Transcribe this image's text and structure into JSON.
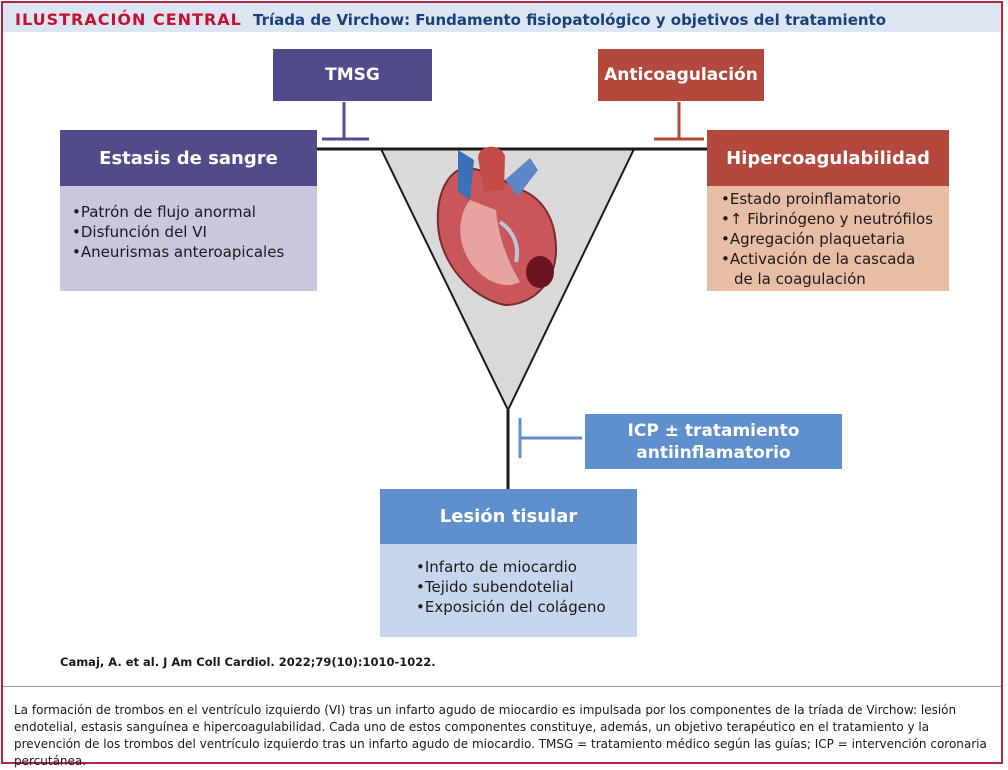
{
  "header": {
    "tag": "ILUSTRACIÓN CENTRAL",
    "title": "Tríada de Virchow: Fundamento fisiopatológico y objetivos del tratamiento"
  },
  "tmsg": {
    "label": "TMSG"
  },
  "anticoag": {
    "label": "Anticoagulación"
  },
  "estasis": {
    "title": "Estasis de sangre",
    "items": [
      "Patrón de flujo anormal",
      "Disfunción del VI",
      "Aneurismas anteroapicales"
    ]
  },
  "hiper": {
    "title": "Hipercoagulabilidad",
    "items": [
      "Estado proinflamatorio",
      "↑ Fibrinógeno y neutrófilos",
      "Agregación plaquetaria",
      "Activación de la cascada",
      "de la coagulación"
    ]
  },
  "icp": {
    "line1": "ICP ± tratamiento",
    "line2": "antiinflamatorio"
  },
  "lesion": {
    "title": "Lesión tisular",
    "items": [
      "Infarto de miocardio",
      "Tejido subendotelial",
      "Exposición del colágeno"
    ]
  },
  "citation": "Camaj, A. et al. J Am Coll Cardiol. 2022;79(10):1010-1022.",
  "caption": "La formación de trombos en el ventrículo izquierdo (VI) tras un infarto agudo de miocardio es impulsada por los componentes de la tríada de Virchow: lesión endotelial, estasis sanguínea e hipercoagulabilidad. Cada uno de estos componentes constituye, además, un objetivo terapéutico en el tratamiento y la prevención de los trombos del ventrículo izquierdo tras un infarto agudo de miocardio. TMSG = tratamiento médico según las guías; ICP = intervención coronaria percutánea.",
  "colors": {
    "brand_red": "#c8102e",
    "purple": "#514b8c",
    "purple_light": "#c9c7dd",
    "rust": "#b3493c",
    "peach": "#e8bda6",
    "blue": "#5f8fcc",
    "blue_light": "#c7d6ed",
    "header_bg": "#dbe6f2"
  }
}
